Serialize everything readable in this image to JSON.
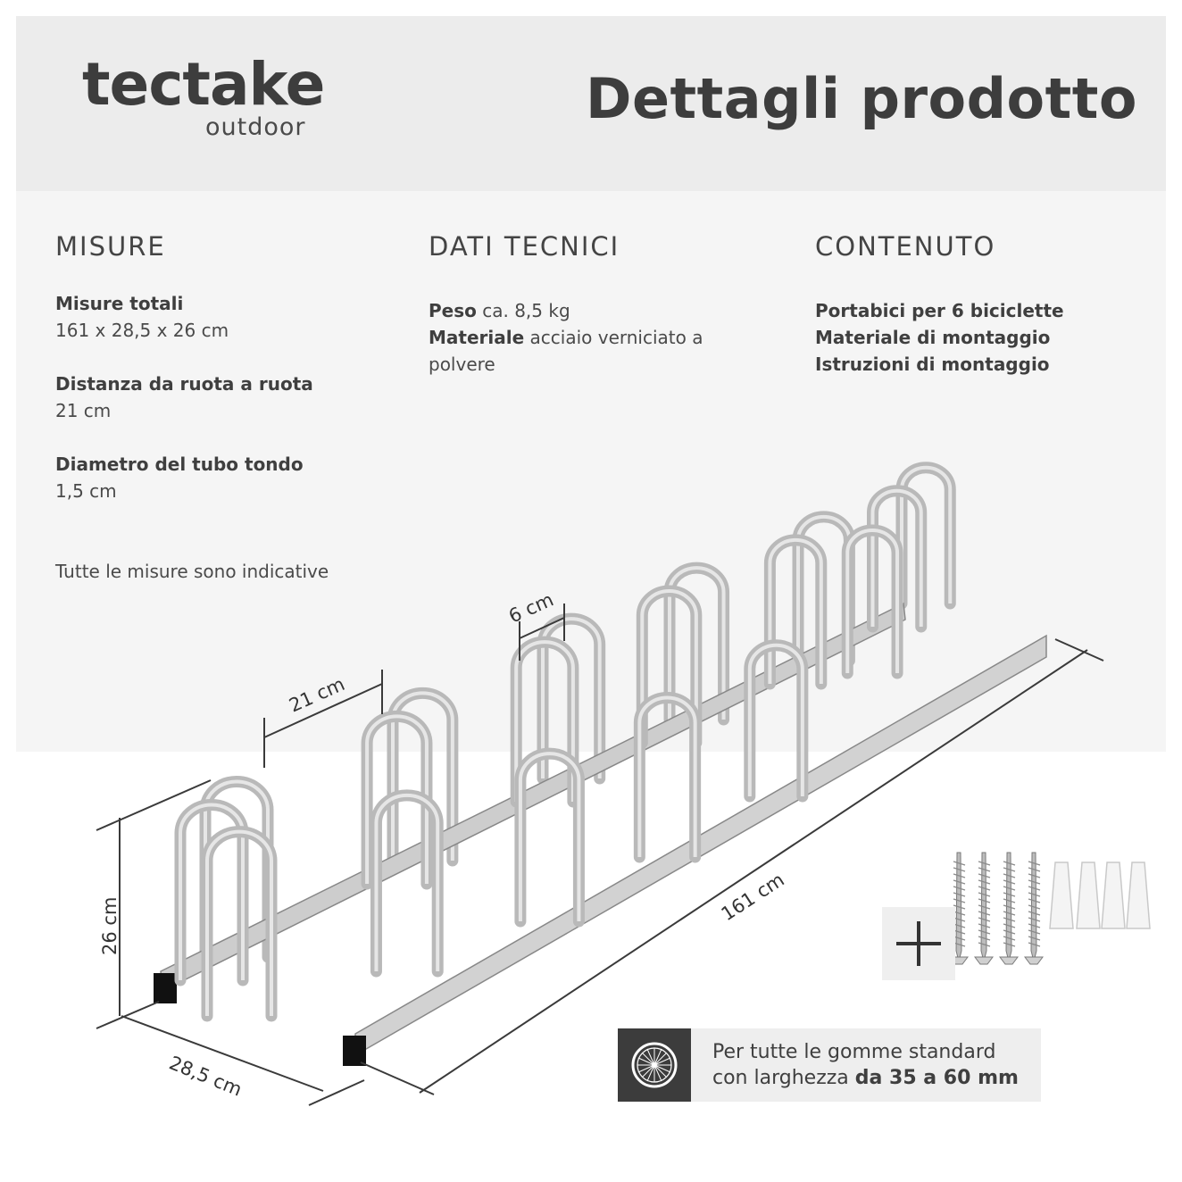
{
  "brand": {
    "name": "tectake",
    "sub": "outdoor"
  },
  "title": "Dettagli prodotto",
  "misure": {
    "heading": "MISURE",
    "items": [
      {
        "label": "Misure totali",
        "value": "161 x 28,5 x 26 cm"
      },
      {
        "label": "Distanza da ruota a ruota",
        "value": "21 cm"
      },
      {
        "label": "Diametro del tubo tondo",
        "value": "1,5 cm"
      }
    ],
    "note": "Tutte le misure sono indicative"
  },
  "dati": {
    "heading": "DATI TECNICI",
    "peso_label": "Peso",
    "peso_value": "ca. 8,5 kg",
    "materiale_label": "Materiale",
    "materiale_value": "acciaio verniciato a",
    "materiale_value2": "polvere"
  },
  "contenuto": {
    "heading": "CONTENUTO",
    "items": [
      "Portabici per 6 biciclette",
      "Materiale di montaggio",
      "Istruzioni di montaggio"
    ]
  },
  "dimensions": {
    "spacing": "21 cm",
    "tube_gap": "6 cm",
    "height": "26 cm",
    "depth": "28,5 cm",
    "length": "161 cm"
  },
  "badge": {
    "line1": "Per tutte le gomme standard",
    "line2_prefix": "con larghezza ",
    "line2_bold": "da 35 a 60 mm"
  },
  "colors": {
    "header_bg": "#ececec",
    "panel_bg": "#f5f5f5",
    "text": "#444444",
    "icon_bg": "#3c3c3c"
  },
  "icons": {
    "wheel": "bicycle-wheel-icon",
    "plus": "plus-icon"
  }
}
